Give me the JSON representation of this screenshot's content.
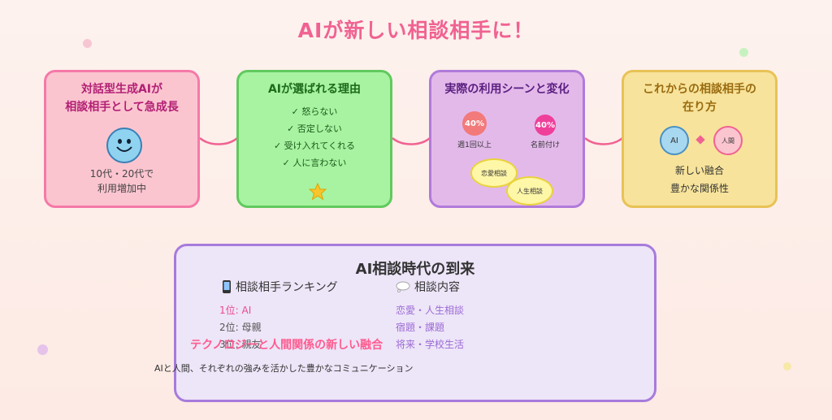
{
  "title": "AIが新しい相談相手に！",
  "colors": {
    "title": "#f06292",
    "pink_card": "#fbc5d0",
    "green_card": "#a7f3a1",
    "purple_card": "#e3b9ea",
    "yellow_card": "#f7e39b",
    "connector": "#f06292"
  },
  "cards": [
    {
      "title_line1": "対話型生成AIが",
      "title_line2": "相談相手として急成長",
      "icon": "smiley-face-icon",
      "sub_line1": "10代・20代で",
      "sub_line2": "利用増加中"
    },
    {
      "title": "AIが選ばれる理由",
      "items": [
        "✓ 怒らない",
        "✓ 否定しない",
        "✓ 受け入れてくれる",
        "✓ 人に言わない"
      ],
      "icon": "star-icon"
    },
    {
      "title": "実際の利用シーンと変化",
      "stat1_value": "40%",
      "stat1_label": "週1回以上",
      "stat2_value": "40%",
      "stat2_label": "名前付け",
      "bubble1": "恋愛相談",
      "bubble2": "人生相談"
    },
    {
      "title_line1": "これからの相談相手の",
      "title_line2": "在り方",
      "left_circle": "AI",
      "right_circle": "人間",
      "sub_line1": "新しい融合",
      "sub_line2": "豊かな関係性"
    }
  ],
  "bottom": {
    "title": "AI相談時代の到来",
    "ranking_heading": "相談相手ランキング",
    "ranking_icon": "smartphone-icon",
    "ranking": [
      "1位: AI",
      "2位: 母親",
      "3位: 親友"
    ],
    "content_heading": "相談内容",
    "content_icon": "thought-bubble-icon",
    "contents": [
      "恋愛・人生相談",
      "宿題・課題",
      "将来・学校生活"
    ],
    "overlay_title": "テクノロジーと人間関係の新しい融合",
    "overlay_sub": "AIと人間、それぞれの強みを活かした豊かなコミュニケーション"
  }
}
